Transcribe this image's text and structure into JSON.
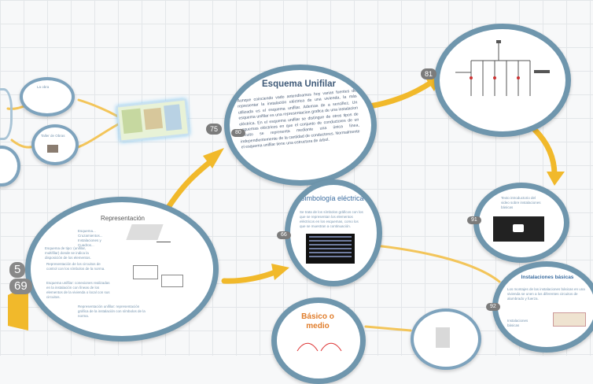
{
  "colors": {
    "frame": "#6f96ad",
    "arrow": "#f1b92b",
    "accent": "#cf6a2e",
    "line": "#3d7aa6"
  },
  "badges": {
    "b75": "75",
    "b80": "80",
    "b81": "81",
    "b66": "66",
    "b5": "5",
    "b69": "69",
    "b91": "91",
    "b92": "92"
  },
  "esquema": {
    "title": "Esquema Unifilar",
    "body": "Aunque coinciendo vado antendiramos hoy varias fuentes de representar la instalación eléctrica de una vivienda, la más utilizada es el esquema unifilar. Ademas de a sencillez, Un esquema unifilar es una representacion grafica de una instalacion eléctrica. En el esquema unifilar se distingue de otros tipos de esquemas eléctricos en que el conjunto de conductores de un circuito se representa mediante una única línea, independientemente de la cantidad de conductores. Normalmente el esquema unifilar tiene una estructura de árbol."
  },
  "representacion": {
    "title": "Representación",
    "faint_lines": [
      "Esquema...",
      "Cruzamientos...",
      "Instalaciones y",
      "Cuadros..."
    ],
    "captions": [
      "Esquema de tipo: (unifilar, multifilar) donde se indica la disposición de los elementos.",
      "Representación de los circuitos de control con los símbolos de la norma.",
      "Esquema unifilar: conexiones realizadas en la instalación con líneas de los elementos de la vivienda o local con sus circuitos.",
      "Representación unifilar: representación gráfica de la instalación con símbolos de la norma."
    ]
  },
  "simbologia": {
    "title": "Simbología eléctrica",
    "body": "Se trata de los símbolos gráficos con los que se representan los elementos eléctricos en los esquemas, como los que se muestran a continuación."
  },
  "instalaciones": {
    "title": "Instalaciones básicas",
    "body": "Los montajes de las instalaciones básicas en una vivienda se unen a los diferentes circuitos de alumbrado y fuerza.",
    "sub": "Instalaciones básicas"
  },
  "basico": {
    "title": "Básico o medio"
  },
  "video": {
    "caption": "Texto introductorio del video sobre instalaciones básicas"
  },
  "left": {
    "frame1": "La obra",
    "frame2": "Taller de Obras"
  }
}
